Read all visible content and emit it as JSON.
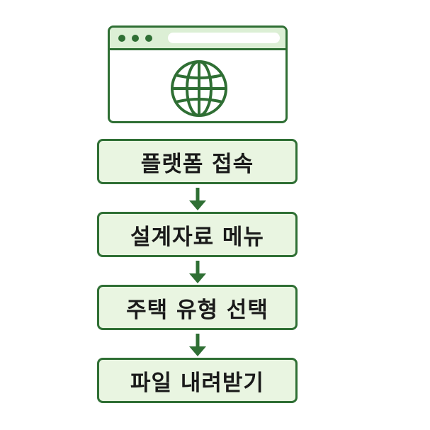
{
  "diagram": {
    "colors": {
      "stroke": "#2f6f34",
      "box_fill": "#e9f5e1",
      "bar_fill": "#dcefd5",
      "text": "#1a1a1a"
    },
    "browser_icon": {
      "icon": "globe-icon"
    },
    "steps": [
      {
        "label": "플랫폼 접속"
      },
      {
        "label": "설계자료 메뉴"
      },
      {
        "label": "주택 유형 선택"
      },
      {
        "label": "파일 내려받기"
      }
    ]
  }
}
